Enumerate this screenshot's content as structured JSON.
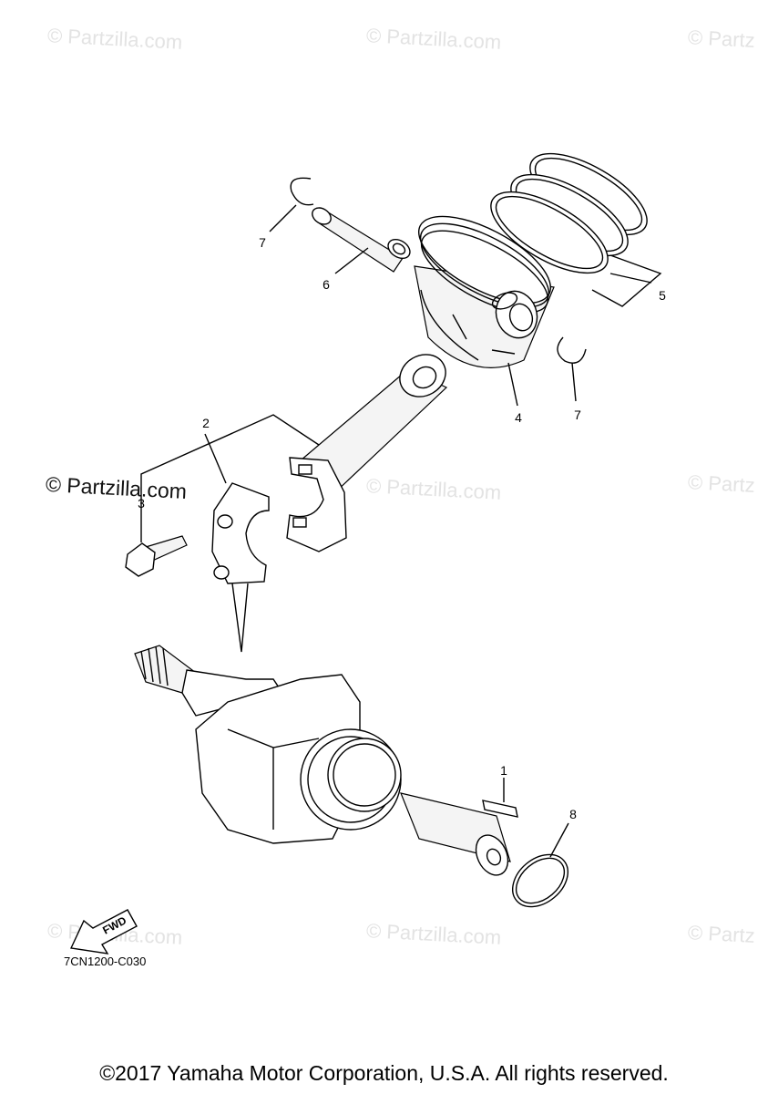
{
  "watermark": "© Partzilla.com",
  "watermark_dark": "© Partzilla.com",
  "watermark_partial": "© Partz",
  "callouts": {
    "c1": "1",
    "c2": "2",
    "c3": "3",
    "c4": "4",
    "c5": "5",
    "c6": "6",
    "c7a": "7",
    "c7b": "7",
    "c8": "8"
  },
  "fwd_label": "FWD",
  "diagram_code": "7CN1200-C030",
  "copyright": "©2017 Yamaha Motor Corporation, U.S.A. All rights reserved."
}
